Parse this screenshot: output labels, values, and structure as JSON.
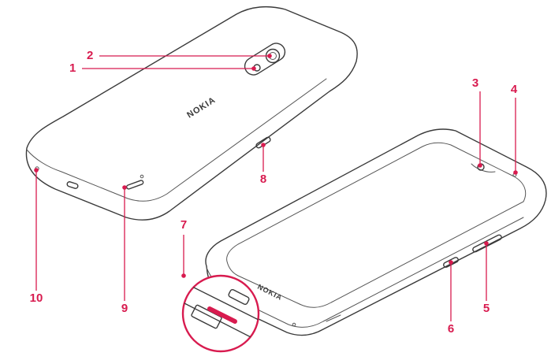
{
  "brand_text": "NOKIA",
  "colors": {
    "accent": "#d81b4f",
    "line": "#3a3a3a",
    "background": "#ffffff"
  },
  "callouts": [
    {
      "number": "1"
    },
    {
      "number": "2"
    },
    {
      "number": "3"
    },
    {
      "number": "4"
    },
    {
      "number": "5"
    },
    {
      "number": "6"
    },
    {
      "number": "7"
    },
    {
      "number": "8"
    },
    {
      "number": "9"
    },
    {
      "number": "10"
    }
  ]
}
